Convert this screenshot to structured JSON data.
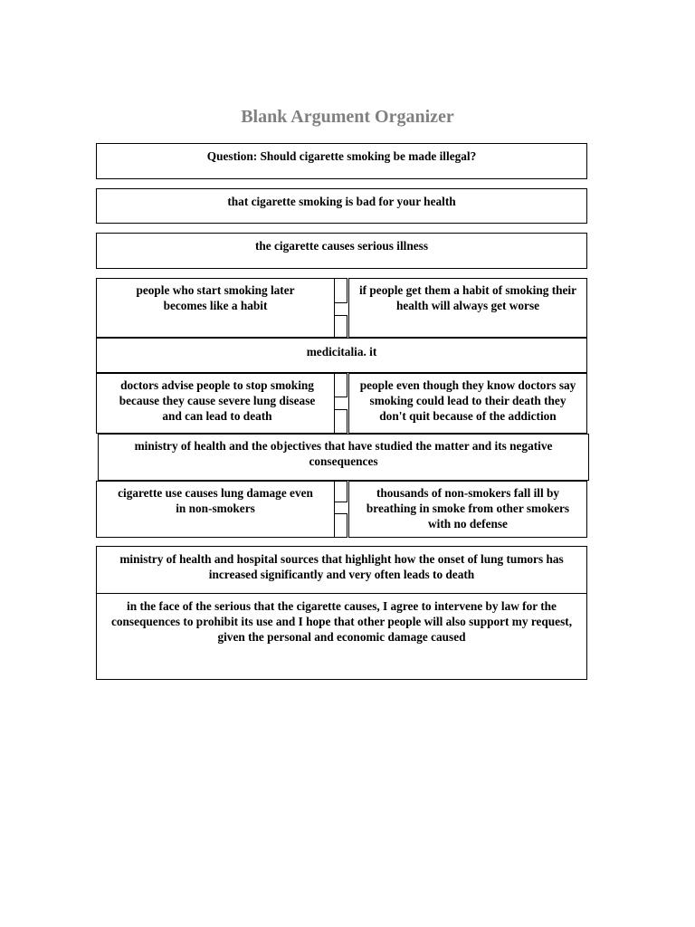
{
  "title": "Blank Argument Organizer",
  "question": "Question: Should cigarette smoking be made illegal?",
  "claim": "that cigarette smoking is bad for your health",
  "reason": "the cigarette causes serious illness",
  "row1": {
    "left": "people who start smoking later becomes like a habit",
    "right": "if people get them a habit of smoking their health will always get worse"
  },
  "source1": "medicitalia. it",
  "row2": {
    "left": "doctors advise people to stop smoking because they cause severe lung disease and can lead to death",
    "right": "people even though they know doctors say smoking could lead to their death they don't quit because of the addiction"
  },
  "source2": "ministry of health and the objectives that have studied the matter and its negative consequences",
  "row3": {
    "left": "cigarette use causes lung damage even in non-smokers",
    "right": "thousands of non-smokers fall ill by breathing in smoke from other smokers with no defense"
  },
  "source3": "ministry of health and hospital sources that highlight how the onset of lung tumors has increased significantly and very often leads to death",
  "conclusion": "in the face of the serious that the cigarette causes, I agree to intervene by law for the consequences to prohibit its use and I hope that other people will also support my request, given the personal and economic damage caused"
}
